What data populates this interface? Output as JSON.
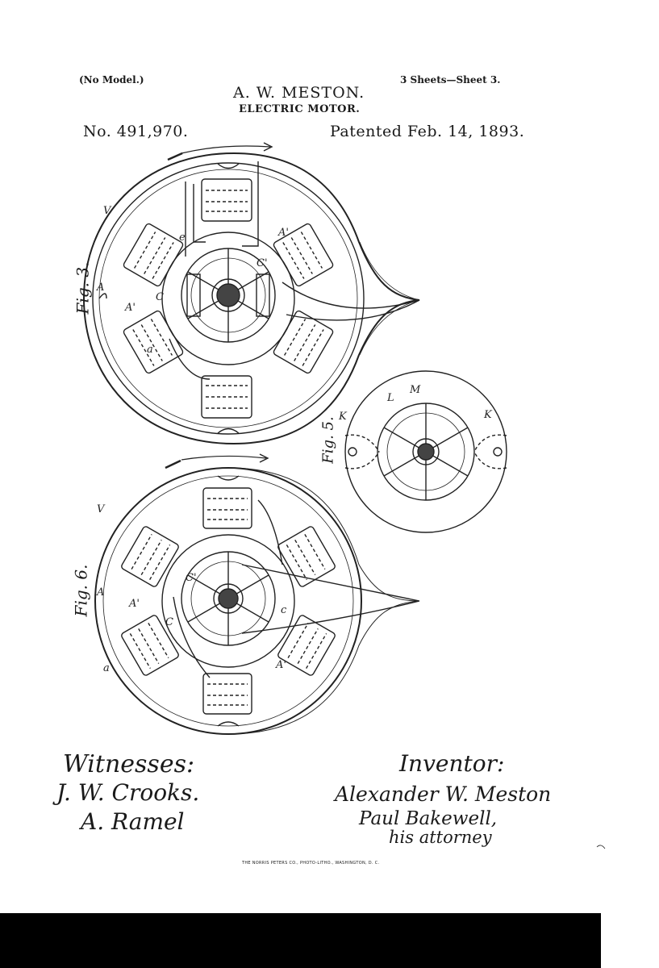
{
  "header": {
    "no_model": "(No Model.)",
    "sheets": "3 Sheets—Sheet 3.",
    "inventor_name": "A. W. MESTON.",
    "invention": "ELECTRIC MOTOR.",
    "patent_number": "No. 491,970.",
    "patented_date": "Patented Feb. 14, 1893."
  },
  "figures": {
    "fig3": {
      "label": "Fig. 3."
    },
    "fig5": {
      "label": "Fig. 5."
    },
    "fig6": {
      "label": "Fig. 6."
    }
  },
  "signatures": {
    "witnesses_heading": "Witnesses:",
    "witness_1": "J. W. Crooks.",
    "witness_2": "A. Ramel",
    "inventor_heading": "Inventor:",
    "inventor_signature": "Alexander W. Meston",
    "attorney": "Paul Bakewell,",
    "attorney_role": "his attorney"
  },
  "imprint": "THE NORRIS PETERS CO., PHOTO-LITHO., WASHINGTON, D. C."
}
